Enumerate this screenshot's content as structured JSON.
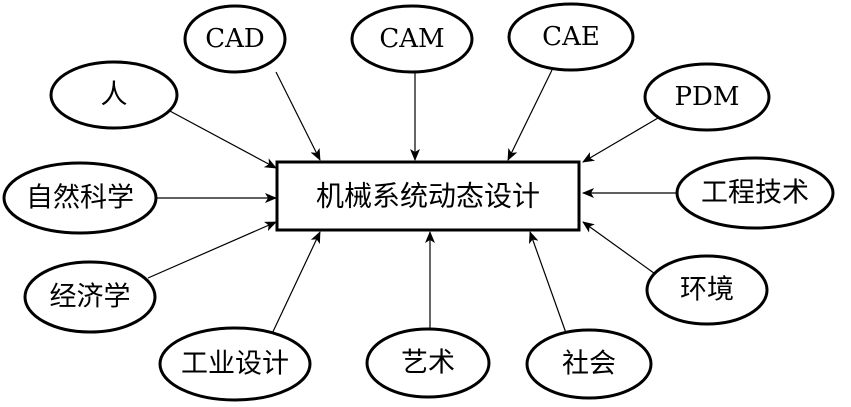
{
  "center": {
    "label": "机械系统动态设计"
  },
  "nodes": [
    {
      "id": "cad",
      "label": "CAD"
    },
    {
      "id": "cam",
      "label": "CAM"
    },
    {
      "id": "cae",
      "label": "CAE"
    },
    {
      "id": "pdm",
      "label": "PDM"
    },
    {
      "id": "ren",
      "label": "人"
    },
    {
      "id": "ziran",
      "label": "自然科学"
    },
    {
      "id": "jingji",
      "label": "经济学"
    },
    {
      "id": "gongye",
      "label": "工业设计"
    },
    {
      "id": "yishu",
      "label": "艺术"
    },
    {
      "id": "shehui",
      "label": "社会"
    },
    {
      "id": "huanjing",
      "label": "环境"
    },
    {
      "id": "gongcheng",
      "label": "工程技术"
    }
  ],
  "colors": {
    "stroke": "#000000",
    "fill": "#ffffff"
  }
}
